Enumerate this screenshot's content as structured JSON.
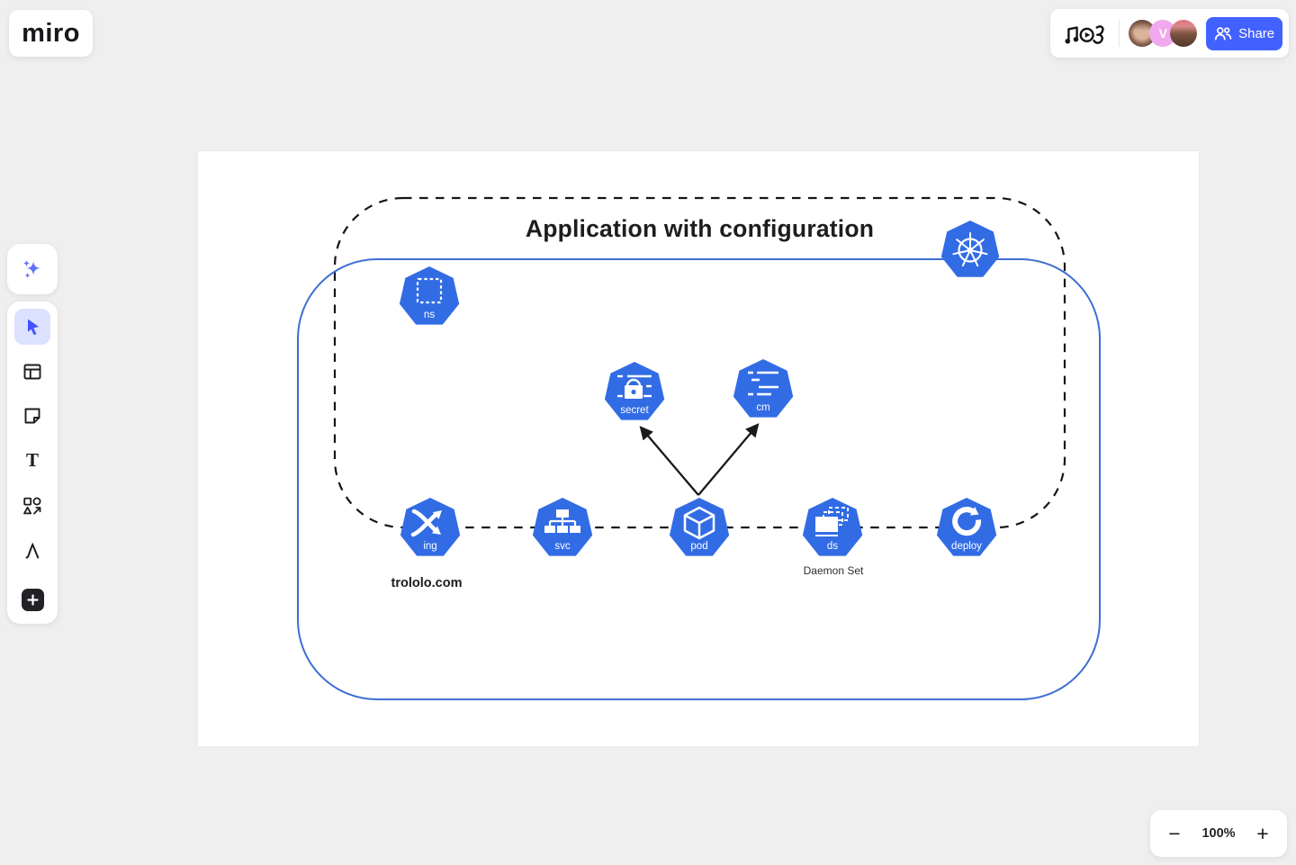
{
  "app": {
    "logo_text": "miro"
  },
  "topbar": {
    "share_label": "Share",
    "avatar_initial": "V"
  },
  "toolbar": {
    "text_tool_glyph": "T"
  },
  "zoombar": {
    "zoom_level": "100%",
    "minus_glyph": "−",
    "plus_glyph": "+"
  },
  "diagram": {
    "title": "Application with configuration",
    "nodes": [
      {
        "id": "ns",
        "label": "ns"
      },
      {
        "id": "secret",
        "label": "secret"
      },
      {
        "id": "cm",
        "label": "cm"
      },
      {
        "id": "ing",
        "label": "ing"
      },
      {
        "id": "svc",
        "label": "svc"
      },
      {
        "id": "pod",
        "label": "pod"
      },
      {
        "id": "ds",
        "label": "ds"
      },
      {
        "id": "deploy",
        "label": "deploy"
      }
    ],
    "captions": {
      "ingress_host": "trololo.com",
      "daemonset_note": "Daemon Set"
    },
    "colors": {
      "kubernetes_blue": "#326ce5",
      "group_border_blue": "#3d6fd2",
      "dashed_border": "#1a1a1a",
      "share_button_blue": "#4262ff"
    }
  }
}
